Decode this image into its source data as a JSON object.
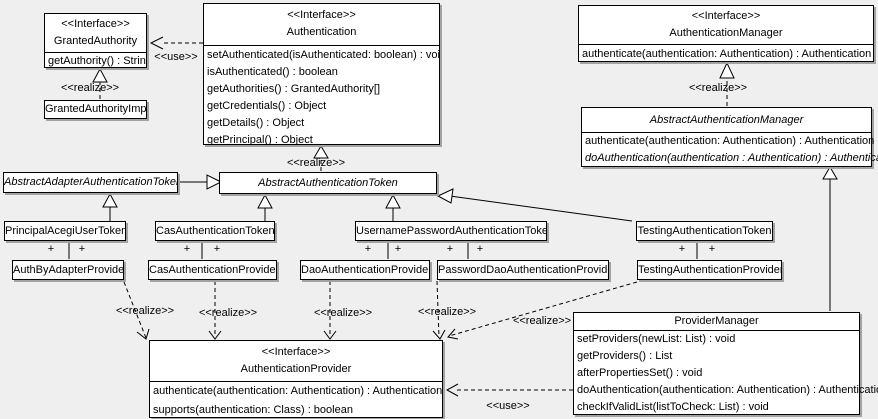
{
  "labels": {
    "interface_stereotype": "<<Interface>>",
    "use": "<<use>>",
    "realize": "<<realize>>",
    "plus": "+"
  },
  "classes": {
    "granted_authority": {
      "name": "GrantedAuthority",
      "methods": [
        "getAuthority() : String"
      ]
    },
    "granted_authority_impl": {
      "name": "GrantedAuthorityImpl"
    },
    "authentication": {
      "name": "Authentication",
      "methods": [
        "setAuthenticated(isAuthenticated: boolean) : void",
        "isAuthenticated() : boolean",
        "getAuthorities() : GrantedAuthority[]",
        "getCredentials() : Object",
        "getDetails() : Object",
        "getPrincipal() : Object"
      ]
    },
    "authentication_manager": {
      "name": "AuthenticationManager",
      "methods": [
        "authenticate(authentication: Authentication) : Authentication"
      ]
    },
    "abstract_authentication_manager": {
      "name": "AbstractAuthenticationManager",
      "methods": [
        "authenticate(authentication: Authentication) : Authentication",
        "doAuthentication(authentication : Authentication) : Authentication"
      ]
    },
    "abstract_adapter_authentication_token": {
      "name": "AbstractAdapterAuthenticationToken"
    },
    "abstract_authentication_token": {
      "name": "AbstractAuthenticationToken"
    },
    "principal_acegi_user_token": {
      "name": "PrincipalAcegiUserToken"
    },
    "cas_authentication_token": {
      "name": "CasAuthenticationToken"
    },
    "username_password_authentication_token": {
      "name": "UsernamePasswordAuthenticationToken"
    },
    "testing_authentication_token": {
      "name": "TestingAuthenticationToken"
    },
    "auth_by_adapter_provider": {
      "name": "AuthByAdapterProvider"
    },
    "cas_authentication_provider": {
      "name": "CasAuthenticationProvider"
    },
    "dao_authentication_provider": {
      "name": "DaoAuthenticationProvider"
    },
    "password_dao_authentication_provider": {
      "name": "PasswordDaoAuthenticationProvider"
    },
    "testing_authentication_provider": {
      "name": "TestingAuthenticationProvider"
    },
    "authentication_provider": {
      "name": "AuthenticationProvider",
      "methods": [
        "authenticate(authentication: Authentication) : Authentication",
        "supports(authentication: Class) : boolean"
      ]
    },
    "provider_manager": {
      "name": "ProviderManager",
      "methods": [
        "setProviders(newList: List) : void",
        "getProviders() : List",
        "afterPropertiesSet() : void",
        "doAuthentication(authentication: Authentication) : Authentication",
        "checkIfValidList(listToCheck: List) : void"
      ]
    }
  }
}
